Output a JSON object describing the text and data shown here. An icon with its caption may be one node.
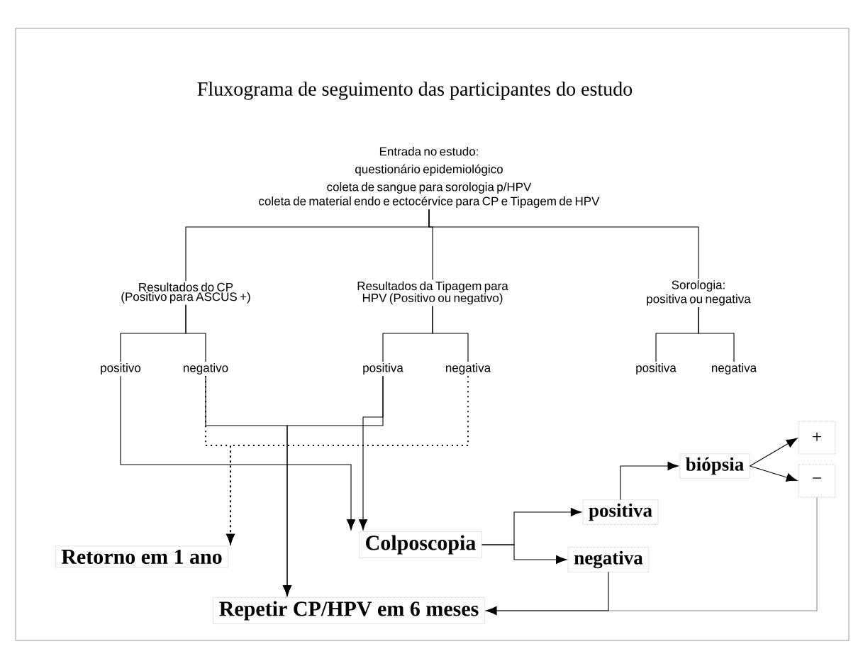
{
  "diagram": {
    "title": "Fluxograma de seguimento das participantes do estudo",
    "nodes": [
      {
        "text": [
          "Entrada no estudo:",
          "questionário epidemiológico",
          "coleta de sangue para sorologia p/HPV",
          "coleta de material endo e ectocérvice para CP e Tipagem de HPV"
        ]
      },
      {
        "text": [
          "Resultados do CP (Positivo para ASCUS +)"
        ]
      },
      {
        "text": [
          "Resultados da Tipagem para HPV (Positivo ou negativo)"
        ]
      },
      {
        "text": [
          "Sorologia:",
          "positiva ou negativa"
        ]
      },
      {
        "text": [
          "positivo"
        ]
      },
      {
        "text": [
          "negativo"
        ]
      },
      {
        "text": [
          "positiva"
        ]
      },
      {
        "text": [
          "negativa"
        ]
      },
      {
        "text": [
          "positiva"
        ]
      },
      {
        "text": [
          "negativa"
        ]
      },
      {
        "text": [
          "Retorno em 1 ano"
        ]
      },
      {
        "text": [
          "Colposcopia"
        ]
      },
      {
        "text": [
          "Repetir CP/HPV em 6 meses"
        ]
      },
      {
        "text": [
          "positiva"
        ]
      },
      {
        "text": [
          "negativa"
        ]
      },
      {
        "text": [
          "biópsia"
        ]
      },
      {
        "text": [
          "+"
        ]
      },
      {
        "text": [
          "−"
        ]
      }
    ],
    "edges": [
      {
        "from": 0,
        "to": 1,
        "arrow": "none"
      },
      {
        "from": 0,
        "to": 2,
        "arrow": "none"
      },
      {
        "from": 0,
        "to": 3,
        "arrow": "none"
      },
      {
        "from": 1,
        "to": 4,
        "arrow": "none"
      },
      {
        "from": 1,
        "to": 5,
        "arrow": "none"
      },
      {
        "from": 2,
        "to": 6,
        "arrow": "none"
      },
      {
        "from": 2,
        "to": 7,
        "arrow": "none"
      },
      {
        "from": 3,
        "to": 8,
        "arrow": "none"
      },
      {
        "from": 3,
        "to": 9,
        "arrow": "none"
      },
      {
        "from": 5,
        "to": 10,
        "arrow": "to",
        "style": "dashed"
      },
      {
        "from": 7,
        "to": 10,
        "arrow": "to",
        "style": "dashed"
      },
      {
        "from": 4,
        "to": 11,
        "arrow": "to"
      },
      {
        "from": 6,
        "to": 11,
        "arrow": "to"
      },
      {
        "from": 5,
        "to": 12,
        "arrow": "to"
      },
      {
        "from": 6,
        "to": 12,
        "arrow": "to"
      },
      {
        "from": 11,
        "to": 13,
        "arrow": "to"
      },
      {
        "from": 11,
        "to": 14,
        "arrow": "to"
      },
      {
        "from": 13,
        "to": 15,
        "arrow": "to"
      },
      {
        "from": 15,
        "to": 16,
        "arrow": "to"
      },
      {
        "from": 15,
        "to": 17,
        "arrow": "to"
      },
      {
        "from": 17,
        "to": 12,
        "arrow": "to",
        "color": "#888888"
      },
      {
        "from": 14,
        "to": 12,
        "arrow": "to"
      }
    ]
  }
}
